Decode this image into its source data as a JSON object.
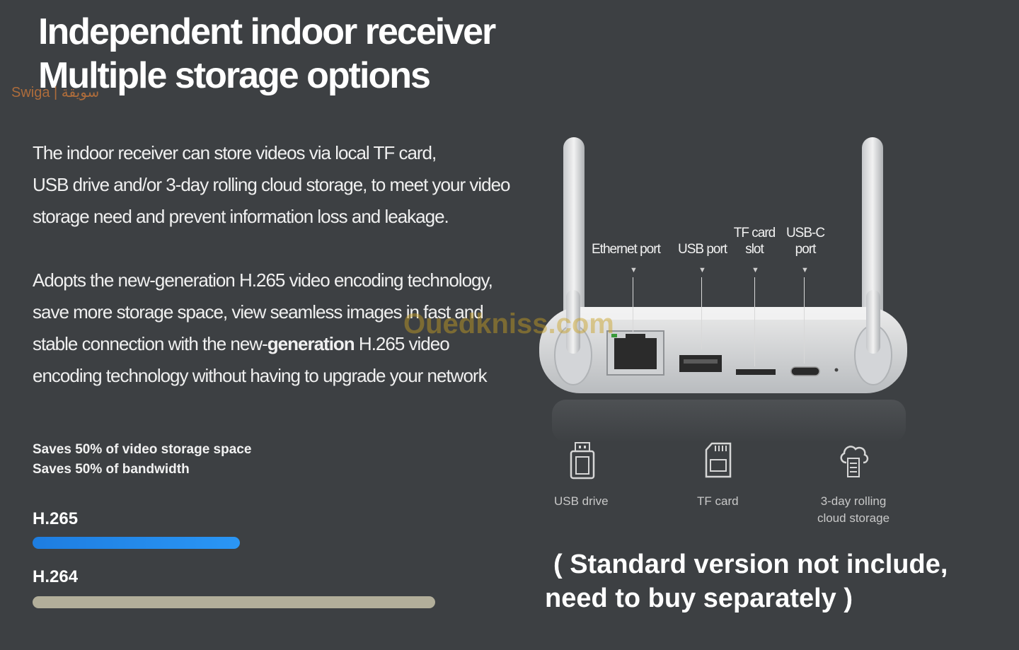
{
  "title": {
    "line1": "Independent indoor receiver",
    "line2": "Multiple storage options"
  },
  "paragraph1": {
    "line1": "The indoor receiver can store videos via local TF card,",
    "line2": "USB drive and/or 3-day rolling cloud storage, to meet your video",
    "line3": "storage need and prevent information loss and leakage."
  },
  "paragraph2": {
    "line1": "Adopts the new-generation H.265 video encoding technology,",
    "line2": "save more storage space, view seamless images in fast and",
    "line3_pre": "stable connection with the new-",
    "line3_bold": "generation",
    "line3_post": " H.265 video",
    "line4": "encoding technology without having to upgrade your network"
  },
  "savings": {
    "line1": "Saves 50% of video storage space",
    "line2": "Saves 50% of bandwidth"
  },
  "codecs": [
    {
      "label": "H.265",
      "relative_size": 0.5,
      "color": "#1e7de0"
    },
    {
      "label": "H.264",
      "relative_size": 1.0,
      "color": "#b2ae9a"
    }
  ],
  "device_labels": {
    "ethernet": "Ethernet port",
    "usb": "USB port",
    "tf_line1": "TF card",
    "tf_line2": "slot",
    "usbc_line1": "USB-C",
    "usbc_line2": "port"
  },
  "storage_options": {
    "usb": "USB drive",
    "tf": "TF card",
    "cloud_line1": "3-day rolling",
    "cloud_line2": "cloud storage"
  },
  "note": {
    "line1": "( Standard version not include,",
    "line2": "need to buy separately )"
  },
  "watermarks": {
    "swiga": "Swiga | سويقة",
    "ouedkniss": "Ouedkniss.com"
  }
}
